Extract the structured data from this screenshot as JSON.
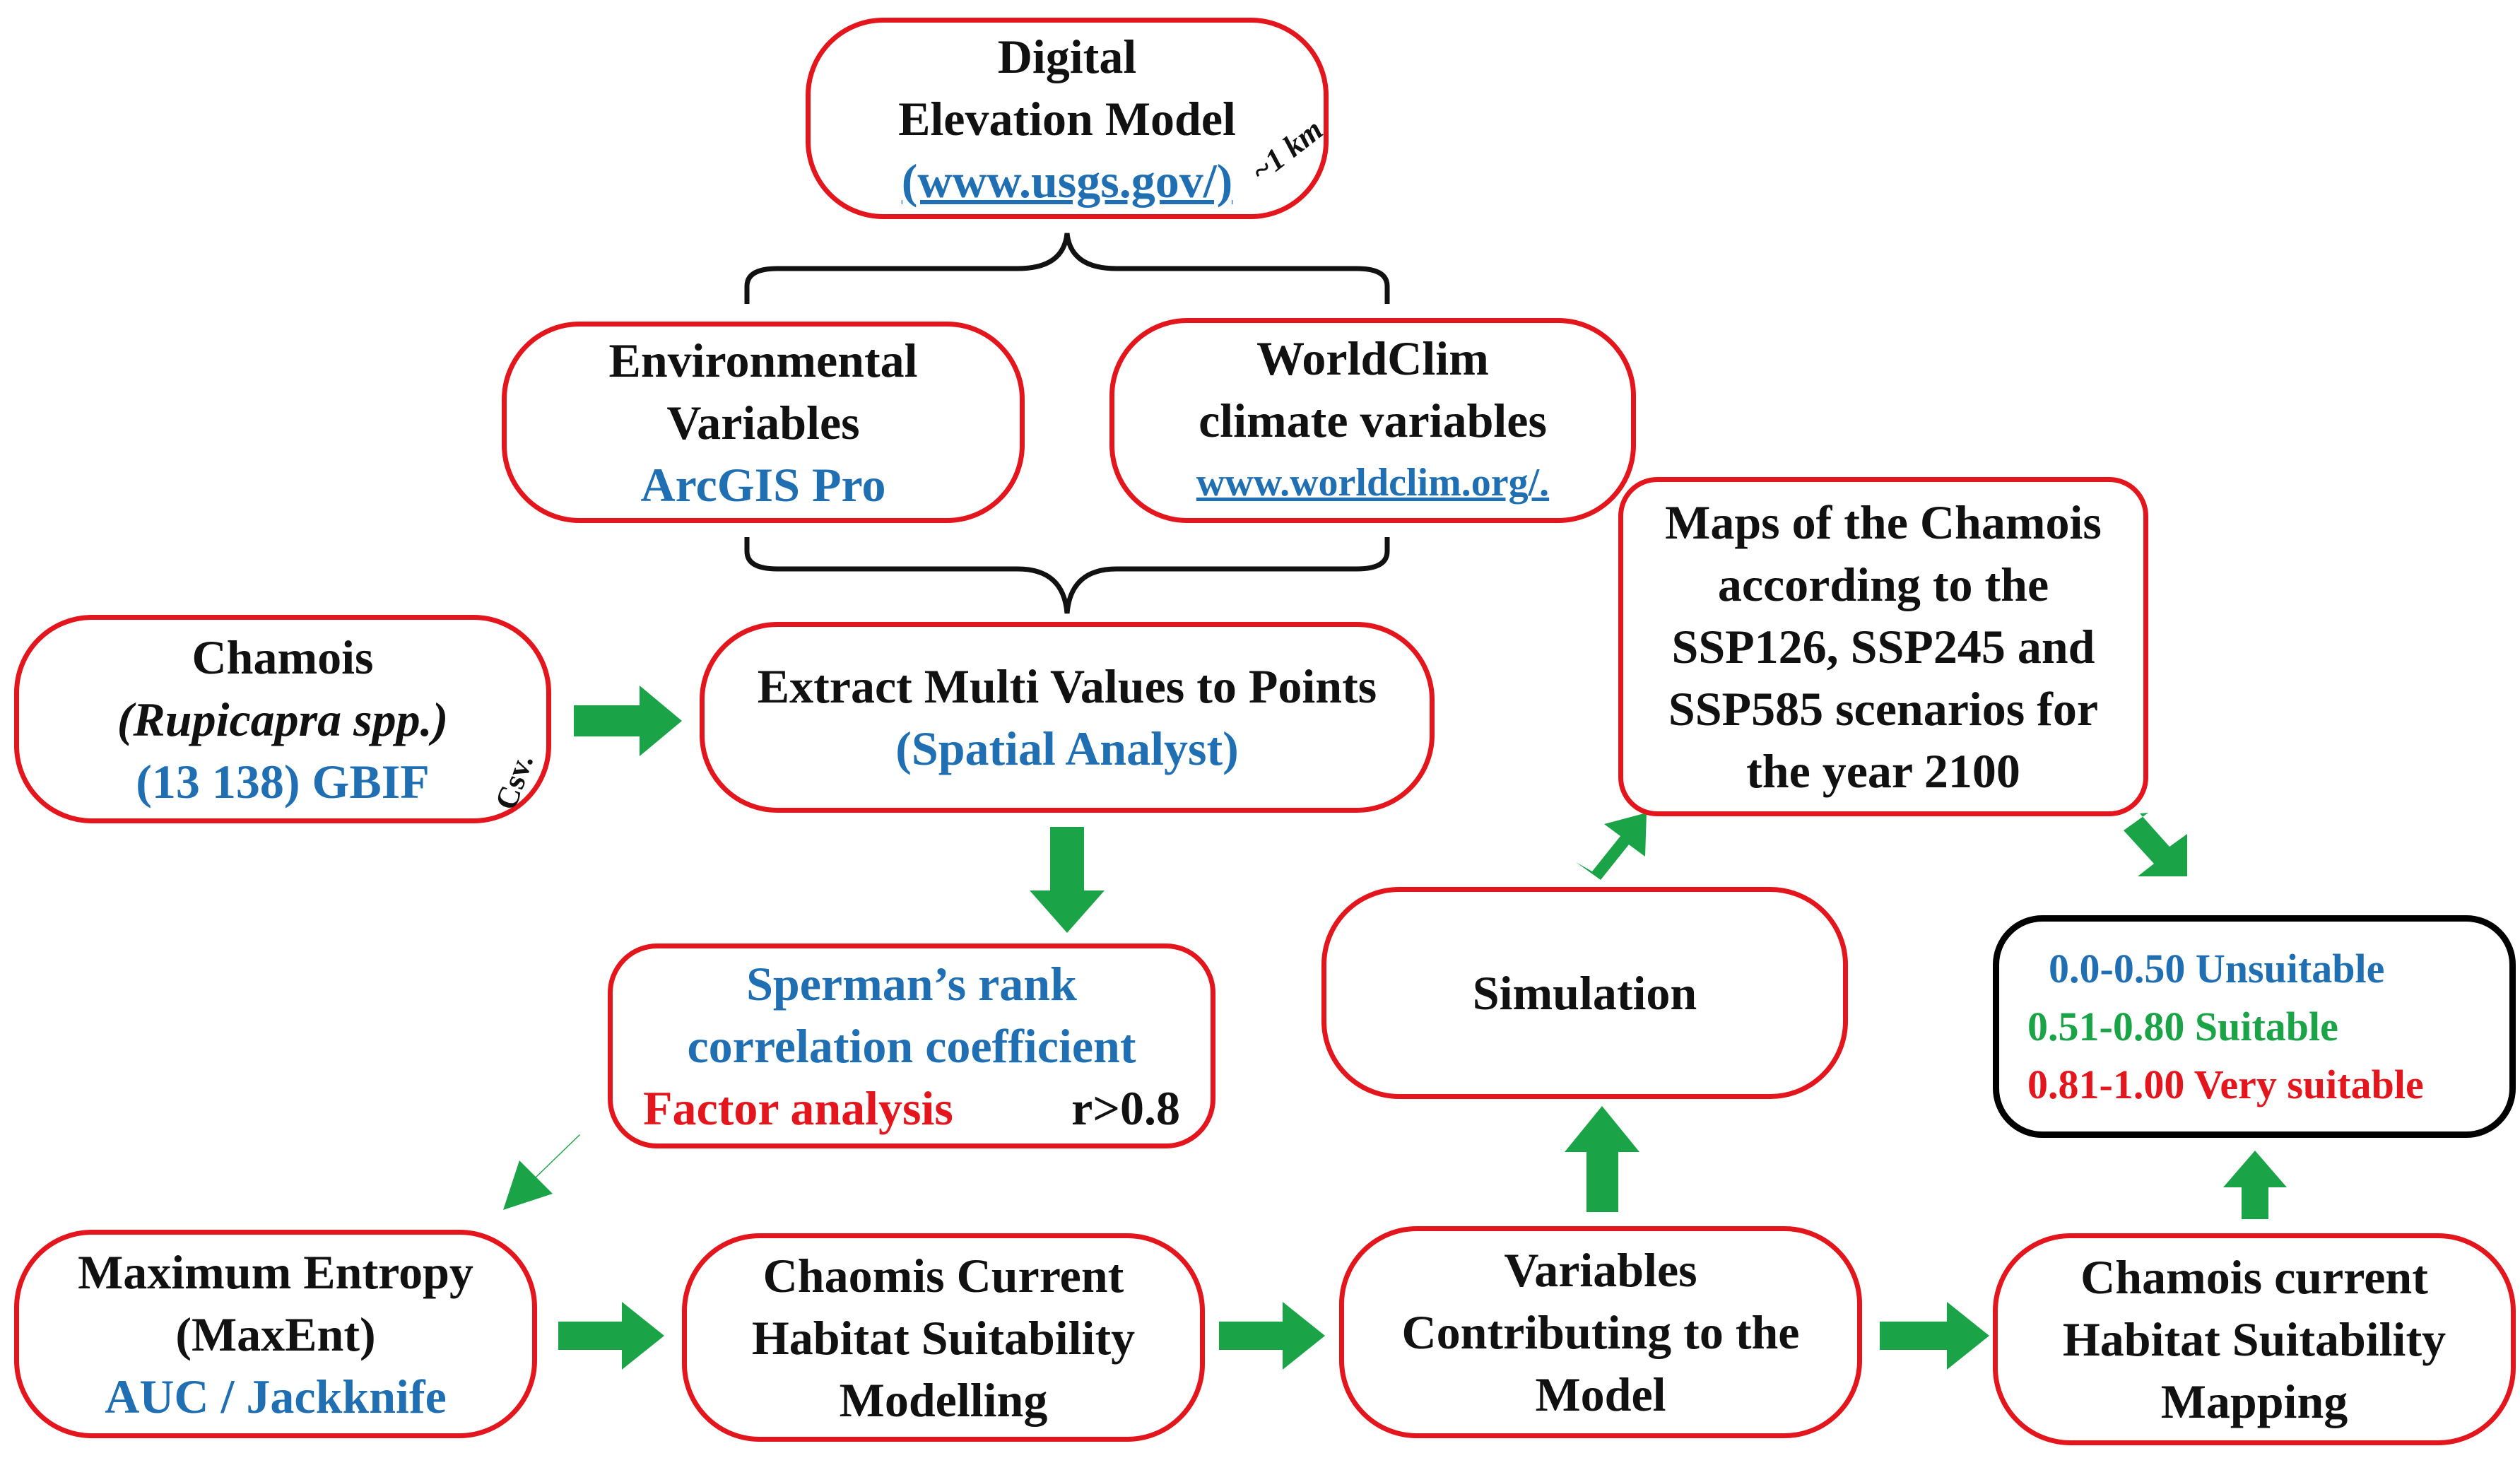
{
  "dem": {
    "line1": "Digital",
    "line2": "Elevation Model",
    "link": "(www.usgs.gov/)",
    "resolution": "~1 km"
  },
  "env": {
    "line1": "Environmental",
    "line2": "Variables",
    "tool": "ArcGIS Pro"
  },
  "worldclim": {
    "line1": "WorldClim",
    "line2": "climate variables",
    "link": "www.worldclim.org/."
  },
  "chamois": {
    "line1": "Chamois",
    "species": "(Rupicapra spp.)",
    "source": "(13 138) GBIF",
    "format": "Csv."
  },
  "extract": {
    "line1": "Extract Multi Values to Points",
    "tool": "(Spatial Analyst)"
  },
  "spearman": {
    "line1": "Sperman’s rank",
    "line2": "correlation coefficient",
    "factor": "Factor analysis",
    "threshold": "r>0.8"
  },
  "maxent": {
    "line1": "Maximum Entropy",
    "line2": "(MaxEnt)",
    "metrics": "AUC / Jackknife"
  },
  "modelling": {
    "line1": "Chaomis Current",
    "line2": "Habitat Suitability",
    "line3": "Modelling"
  },
  "variables": {
    "line1": "Variables",
    "line2": "Contributing to the",
    "line3": "Model"
  },
  "simulation": {
    "label": "Simulation"
  },
  "maps": {
    "line1": "Maps of the Chamois",
    "line2": "according to the",
    "line3": "SSP126, SSP245 and",
    "line4": "SSP585 scenarios for",
    "line5": "the year 2100"
  },
  "mapping": {
    "line1": "Chamois current",
    "line2": "Habitat Suitability",
    "line3": "Mapping"
  },
  "legend": {
    "items": [
      {
        "range": "0.0-0.50",
        "label": "Unsuitable"
      },
      {
        "range": "0.51-0.80",
        "label": "Suitable"
      },
      {
        "range": "0.81-1.00",
        "label": "Very suitable"
      }
    ]
  },
  "colors": {
    "border": "#e3161d",
    "arrow": "#1aa347",
    "accent_blue": "#1f6fb2",
    "legend_border": "#000000"
  }
}
